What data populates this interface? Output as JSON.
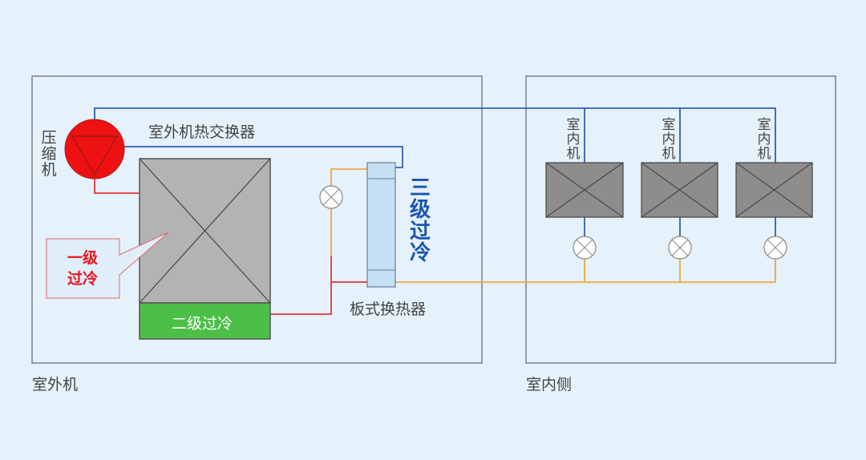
{
  "labels": {
    "compressor": "压缩机",
    "outdoor_hx": "室外机热交换器",
    "subcool_1": "一级过冷",
    "subcool_2": "二级过冷",
    "subcool_3": "三级过冷",
    "plate_hx": "板式换热器",
    "outdoor_unit": "室外机",
    "indoor_side": "室内侧",
    "indoor_units": [
      "室内机",
      "室内机",
      "室内机"
    ]
  },
  "colors": {
    "background": "#e5f1fb",
    "blue_pipe": "#2f5fb3",
    "red_pipe": "#e8323a",
    "orange_pipe": "#f0a640",
    "compressor": "#ee1111",
    "coil": "#b4b3b3",
    "indoor_coil": "#8e8c8c",
    "green": "#4cbf47",
    "plate_hx": "#c4e0f5"
  }
}
